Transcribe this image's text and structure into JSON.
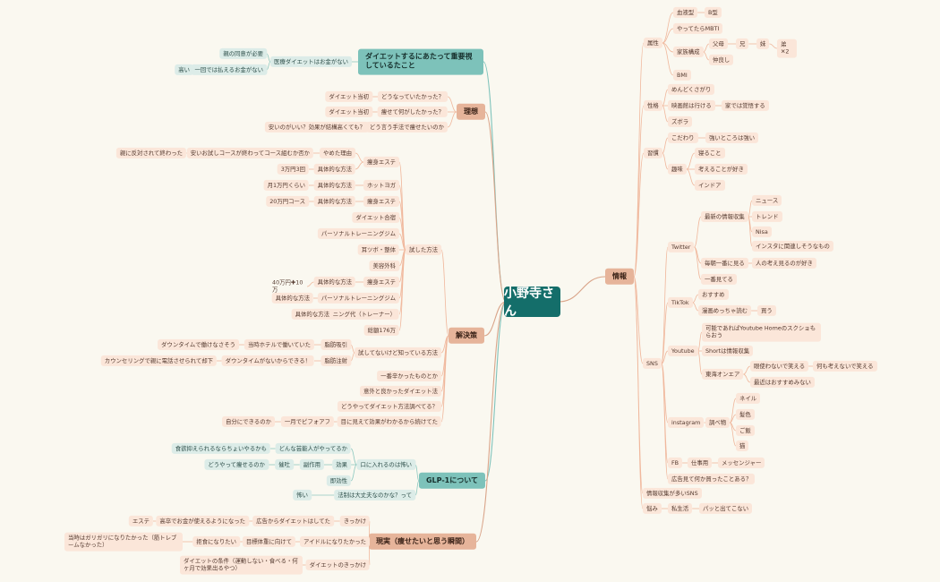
{
  "center": "小野寺さん",
  "branches": {
    "joho": "情報",
    "diet_important": "ダイエットするにあたって重要視しているたこと",
    "riso": "理想",
    "kaiketsu": "解決策",
    "glp1": "GLP-1について",
    "genjitsu": "現実（痩せたいと思う瞬間）"
  },
  "joho": {
    "zokusei": "属性",
    "ketsueki": "血液型",
    "b": "B型",
    "mbti": "やってたらMBTI",
    "kazoku": "家族構成",
    "fubo": "父母",
    "ani": "兄",
    "imouto": "妹",
    "otouto": "弟✕2",
    "nakayoshi": "仲良し",
    "bmi": "BMI",
    "seikaku": "性格",
    "mendo": "めんどくさがり",
    "eiga": "映画館は行ける",
    "ie": "家では覚悟する",
    "zubora": "ズボラ",
    "shukan": "習慣",
    "kodawari": "こだわり",
    "tsuyoi": "強いところは強い",
    "shumi": "趣味",
    "neru": "寝ること",
    "kangaeru": "考えることが好き",
    "indoa": "インドア",
    "sns": "SNS",
    "twitter": "Twitter",
    "saishin": "最新の情報収集",
    "news": "ニュース",
    "trend": "トレンド",
    "nisa": "Nisa",
    "insta_kanren": "インスタに関連しそうなもの",
    "maiasa": "毎朝一番に見る",
    "hito": "人の考え見るのが好き",
    "ichiban": "一番見てる",
    "tiktok": "TikTok",
    "osusume": "おすすめ",
    "manga": "漫画めっちゃ読む",
    "kau": "買う",
    "youtube": "Youtube",
    "kanou": "可能であればYoutube Homeのスクショもらおう",
    "shorts": "Shortは情報収集",
    "higashi": "東海オンエア",
    "shiranai": "眼使わないで笑える",
    "nanimo": "何も考えないで笑える",
    "saikin": "最近はおすすめみない",
    "instagram": "instagram",
    "shiraberu": "調べ物",
    "nail": "ネイル",
    "kami": "髪色",
    "gohan": "ご飯",
    "neko": "猫",
    "fb": "FB",
    "shigoto": "仕事用",
    "messenger": "メッセンジャー",
    "kokoku": "広告見て何か買ったことある？",
    "jouhou_ooi": "情報収集が多いSNS",
    "nayami": "悩み",
    "shiseikatsu": "私生活",
    "patto": "パッと出てこない"
  },
  "diet": {
    "iryo": "医療ダイエットはお金がない",
    "oya": "親の同意が必要",
    "takai": "高い",
    "ikkai": "一回では払えるお金がない"
  },
  "riso": {
    "toji_q": "どうなっていたかった？",
    "toji": "ダイエット当初",
    "yasete_q": "痩せて何がしたかった？",
    "toji2": "ダイエット当初",
    "shuhou": "どう言う手法で痩せたいのか",
    "yasui": "安いのがいい？効果が結構高くても？"
  },
  "kaiketsu": {
    "tameshita": "試した方法",
    "soshin1": "痩身エステ",
    "yameta": "やめた理由",
    "otameshi": "安いお試しコースが終わってコース組むか否か",
    "oyanihantai": "親に反対されて終わった",
    "gutai1": "具体的な方法",
    "price1": "3万円3回",
    "hotyoga": "ホットヨガ",
    "gutai2": "具体的な方法",
    "price2": "月1万円くらい",
    "soshin2": "痩身エステ",
    "gutai3": "具体的な方法",
    "price3": "20万円コース",
    "gasshuku": "ダイエット合宿",
    "personal1": "パーソナルトレーニングジム",
    "mimitsubo": "耳ツボ・整体",
    "biyou": "美容外科",
    "soshin3": "痩身エステ",
    "gutai4": "具体的な方法",
    "price4": "40万円✚10万",
    "personal2": "パーソナルトレーニングジム",
    "gutai5": "具体的な方法",
    "training": "トレーニング代（トレーナー）",
    "gutai6": "具体的な方法",
    "sogaku": "総額176万",
    "shiraneba": "試してないけど知っている方法",
    "shibo_kyuin": "脂肪吸引",
    "touji_hotel": "当時ホテルで働いていた",
    "downtime1": "ダウンタイムで働けなさそう",
    "shibo_chusha": "脂肪注射",
    "downtime2": "ダウンタイムがないからできる！",
    "counseling": "カウンセリングで親に電話させられて却下",
    "ichiban_raku": "一番辛かったものとか",
    "igai": "意外と良かったダイエット法",
    "douyatte": "どうやってダイエット方法調べてる？",
    "me_ni_mieru": "目に見えて効果がわかるから続けてた",
    "ikkagetsu": "一月でピフォアフ",
    "jibun": "自分にできるのか"
  },
  "glp1": {
    "kuchi": "口に入れるのは怖い",
    "donna": "どんな芸能人がやってるか",
    "shokuyoku": "食欲抑えられるならちょいやるかも",
    "kouka": "効果",
    "fukusayou": "副作用",
    "saiko": "催吐",
    "douyatte_yaseru": "どうやって痩せるのか",
    "yuukousei": "即効性",
    "houki": "法制は大丈夫なのかな？って",
    "kowai": "怖い"
  },
  "genjitsu": {
    "kikkake1": "きっかけ",
    "kokoku": "広告からダイエットはしてた",
    "kousotsu": "高卒でお金が使えるようになった",
    "esute": "エステ",
    "idol": "アイドルになりたかった",
    "mokuhyou": "目標体重に向けて",
    "kyoshoku": "拒食になりたい",
    "touji_garigari": "当時はガリガリになりたかった（筋トレブームなかった）",
    "kikkake2": "ダイエットのきっかけ",
    "joken": "ダイエットの条件（運動しない・食べる・何ヶ月で効果出るやつ）"
  }
}
